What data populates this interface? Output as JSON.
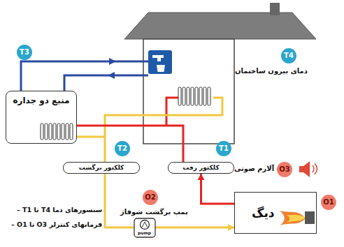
{
  "diagram": {
    "nodes": [
      {
        "text": [
          "T3"
        ]
      },
      {
        "text": [
          "منبع دو جداره"
        ]
      },
      {
        "text": [
          "T4"
        ]
      },
      {
        "text": [
          "T2"
        ]
      },
      {
        "text": [
          "T1"
        ]
      },
      {
        "text": [
          "کلکتور برگشت"
        ]
      },
      {
        "text": [
          "کلکتور رفت"
        ]
      },
      {
        "text": [
          "O3"
        ]
      },
      {
        "text": [
          "O2"
        ]
      },
      {
        "text": [
          "O1"
        ]
      },
      {
        "text": [
          "دیگ"
        ]
      }
    ],
    "edges": [
      {
        "from": 10,
        "to": 6,
        "arrow": "to"
      },
      {
        "from": 6,
        "to": 1,
        "arrow": "none"
      },
      {
        "from": 1,
        "to": 5,
        "arrow": "none"
      },
      {
        "from": 5,
        "to": 10,
        "arrow": "to"
      }
    ],
    "labels": [
      "دمای بیرون ساختمان",
      "آلارم صوتی",
      "پمپ برگشت شوفاژ",
      "pump",
      "– T1 تا T4 سنسورهای دما",
      "– O1 تا O3 فرمانهای کنترلر"
    ]
  }
}
